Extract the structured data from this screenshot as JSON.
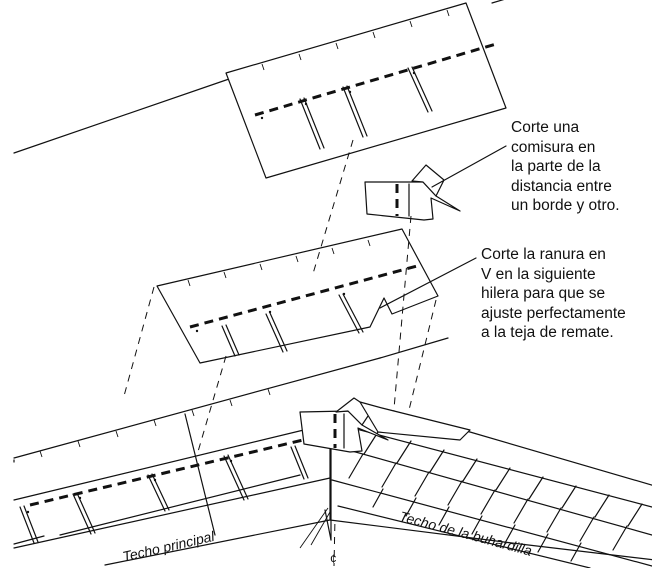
{
  "annotations": {
    "callout_1": [
      "Corte una",
      "comisura en",
      "la parte de la",
      "distancia entre",
      "un borde y otro."
    ],
    "callout_2": [
      "Corte la ranura en",
      "V en la siguiente",
      "hilera para que se",
      "ajuste perfectamente",
      "a la teja de remate."
    ]
  },
  "labels": {
    "main_roof": "Techo principal",
    "dormer_roof": "Techo de la buhardilla",
    "centerline": "¢"
  },
  "colors": {
    "line": "#111111",
    "background": "#ffffff"
  }
}
